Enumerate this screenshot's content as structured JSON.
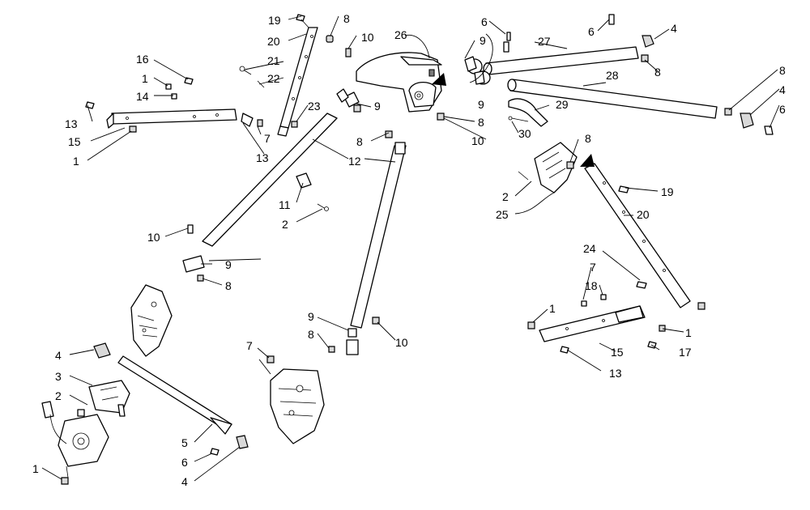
{
  "diagram": {
    "callouts": [
      {
        "id": "c-19-top",
        "label": "19"
      },
      {
        "id": "c-8-top",
        "label": "8"
      },
      {
        "id": "c-20-top",
        "label": "20"
      },
      {
        "id": "c-10-top",
        "label": "10"
      },
      {
        "id": "c-21",
        "label": "21"
      },
      {
        "id": "c-22",
        "label": "22"
      },
      {
        "id": "c-23",
        "label": "23"
      },
      {
        "id": "c-26",
        "label": "26"
      },
      {
        "id": "c-6-top",
        "label": "6"
      },
      {
        "id": "c-9-top",
        "label": "9"
      },
      {
        "id": "c-27",
        "label": "27"
      },
      {
        "id": "c-6-topright",
        "label": "6"
      },
      {
        "id": "c-4-topright",
        "label": "4"
      },
      {
        "id": "c-8-topright",
        "label": "8"
      },
      {
        "id": "c-28",
        "label": "28"
      },
      {
        "id": "c-8-right",
        "label": "8"
      },
      {
        "id": "c-4-right",
        "label": "4"
      },
      {
        "id": "c-6-right",
        "label": "6"
      },
      {
        "id": "c-16",
        "label": "16"
      },
      {
        "id": "c-1-left-a",
        "label": "1"
      },
      {
        "id": "c-14",
        "label": "14"
      },
      {
        "id": "c-13-left-a",
        "label": "13"
      },
      {
        "id": "c-15-left",
        "label": "15"
      },
      {
        "id": "c-1-left-b",
        "label": "1"
      },
      {
        "id": "c-7-left",
        "label": "7"
      },
      {
        "id": "c-13-left-b",
        "label": "13"
      },
      {
        "id": "c-9-mid-a",
        "label": "9"
      },
      {
        "id": "c-8-mid-a",
        "label": "8"
      },
      {
        "id": "c-9-mid-b",
        "label": "9"
      },
      {
        "id": "c-8-mid-b",
        "label": "8"
      },
      {
        "id": "c-10-mid",
        "label": "10"
      },
      {
        "id": "c-29",
        "label": "29"
      },
      {
        "id": "c-30",
        "label": "30"
      },
      {
        "id": "c-12",
        "label": "12"
      },
      {
        "id": "c-11",
        "label": "11"
      },
      {
        "id": "c-2-mid",
        "label": "2"
      },
      {
        "id": "c-10-left",
        "label": "10"
      },
      {
        "id": "c-9-left",
        "label": "9"
      },
      {
        "id": "c-8-left",
        "label": "8"
      },
      {
        "id": "c-8-rightmid",
        "label": "8"
      },
      {
        "id": "c-19-right",
        "label": "19"
      },
      {
        "id": "c-2-right",
        "label": "2"
      },
      {
        "id": "c-25",
        "label": "25"
      },
      {
        "id": "c-20-right",
        "label": "20"
      },
      {
        "id": "c-24",
        "label": "24"
      },
      {
        "id": "c-7-right",
        "label": "7"
      },
      {
        "id": "c-18",
        "label": "18"
      },
      {
        "id": "c-1-right-a",
        "label": "1"
      },
      {
        "id": "c-1-right-b",
        "label": "1"
      },
      {
        "id": "c-15-right",
        "label": "15"
      },
      {
        "id": "c-17",
        "label": "17"
      },
      {
        "id": "c-13-right",
        "label": "13"
      },
      {
        "id": "c-9-lower",
        "label": "9"
      },
      {
        "id": "c-8-lower",
        "label": "8"
      },
      {
        "id": "c-10-lower",
        "label": "10"
      },
      {
        "id": "c-7-lower",
        "label": "7"
      },
      {
        "id": "c-4-bl-a",
        "label": "4"
      },
      {
        "id": "c-3",
        "label": "3"
      },
      {
        "id": "c-2-bl",
        "label": "2"
      },
      {
        "id": "c-1-bl",
        "label": "1"
      },
      {
        "id": "c-5",
        "label": "5"
      },
      {
        "id": "c-6-bl",
        "label": "6"
      },
      {
        "id": "c-4-bl-b",
        "label": "4"
      }
    ]
  }
}
